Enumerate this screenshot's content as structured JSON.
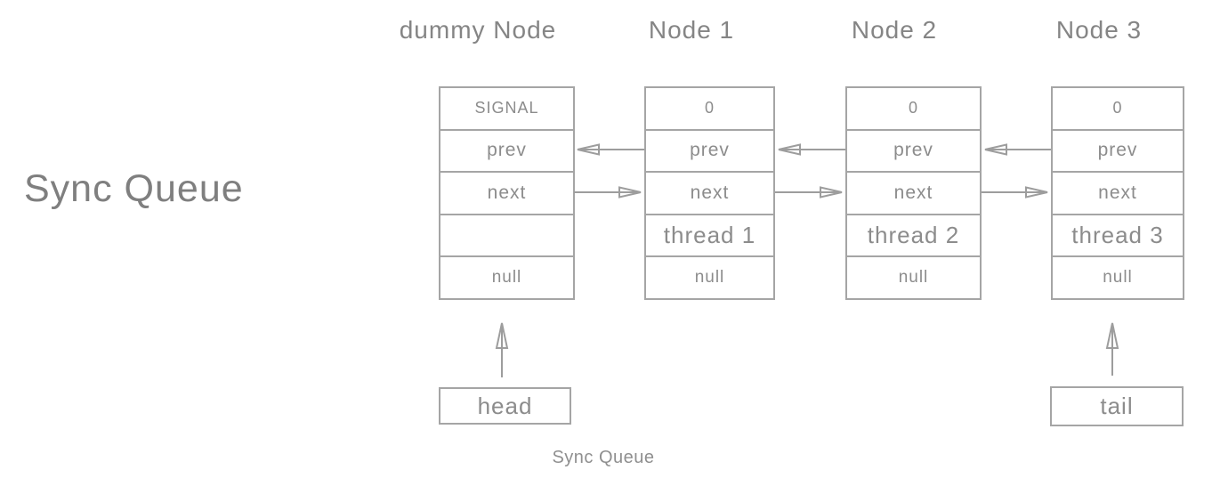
{
  "title": {
    "text": "Sync Queue"
  },
  "caption": {
    "text": "Sync Queue"
  },
  "colors": {
    "background": "#ffffff",
    "line": "#a5a5a5",
    "arrow": "#9d9d9d",
    "text": "#8c8c8c",
    "title_text": "#7f7f7f"
  },
  "nodes": [
    {
      "title": "dummy Node",
      "rows": [
        "SIGNAL",
        "prev",
        "next",
        "",
        "null"
      ]
    },
    {
      "title": "Node 1",
      "rows": [
        "0",
        "prev",
        "next",
        "thread 1",
        "null"
      ]
    },
    {
      "title": "Node 2",
      "rows": [
        "0",
        "prev",
        "next",
        "thread 2",
        "null"
      ]
    },
    {
      "title": "Node 3",
      "rows": [
        "0",
        "prev",
        "next",
        "thread 3",
        "null"
      ]
    }
  ],
  "pointers": {
    "head_label": "head",
    "tail_label": "tail"
  },
  "edges": [
    {
      "from": "Node 1.prev",
      "to": "dummy Node",
      "direction": "left"
    },
    {
      "from": "Node 2.prev",
      "to": "Node 1",
      "direction": "left"
    },
    {
      "from": "Node 3.prev",
      "to": "Node 2",
      "direction": "left"
    },
    {
      "from": "dummy Node.next",
      "to": "Node 1",
      "direction": "right"
    },
    {
      "from": "Node 1.next",
      "to": "Node 2",
      "direction": "right"
    },
    {
      "from": "Node 2.next",
      "to": "Node 3",
      "direction": "right"
    },
    {
      "from": "head",
      "to": "dummy Node",
      "direction": "up"
    },
    {
      "from": "tail",
      "to": "Node 3",
      "direction": "up"
    }
  ]
}
